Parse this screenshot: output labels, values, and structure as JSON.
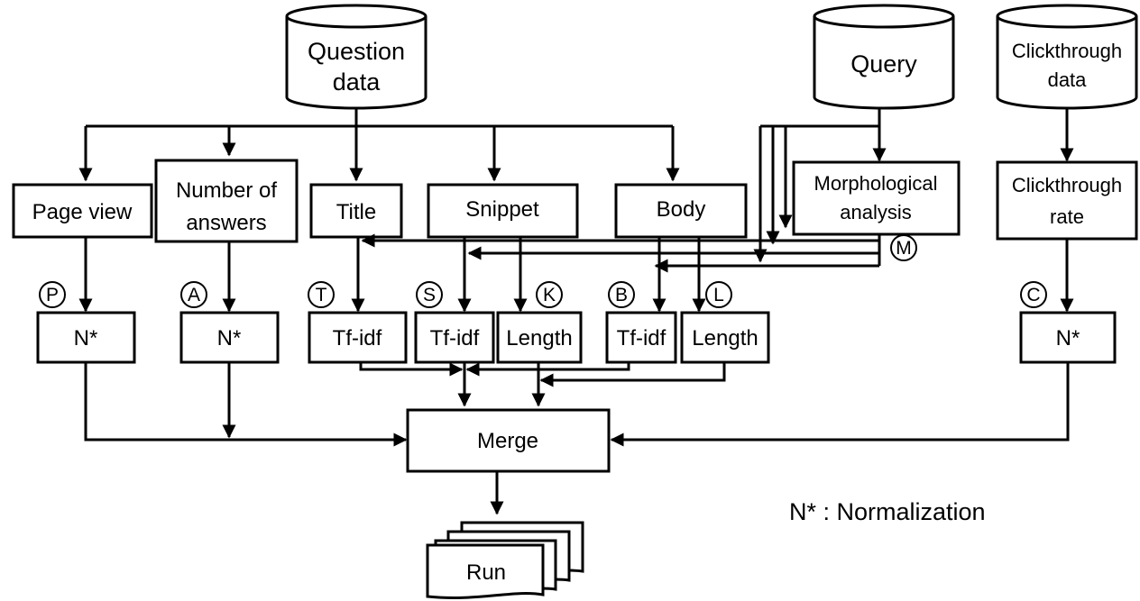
{
  "sources": {
    "question_data": [
      "Question",
      "data"
    ],
    "query": [
      "Query"
    ],
    "clickthrough_data": [
      "Clickthrough",
      "data"
    ]
  },
  "fields": {
    "page_view": [
      "Page view"
    ],
    "number_of_answers": [
      "Number of",
      "answers"
    ],
    "title": [
      "Title"
    ],
    "snippet": [
      "Snippet"
    ],
    "body": [
      "Body"
    ],
    "morphological_analysis": [
      "Morphological",
      "analysis"
    ],
    "clickthrough_rate": [
      "Clickthrough",
      "rate"
    ]
  },
  "features": {
    "norm_p": "N*",
    "norm_a": "N*",
    "tfidf_title": "Tf-idf",
    "tfidf_snippet": "Tf-idf",
    "length_snippet": "Length",
    "tfidf_body": "Tf-idf",
    "length_body": "Length",
    "norm_c": "N*"
  },
  "markers": {
    "page_view": "P",
    "answers": "A",
    "title": "T",
    "snippet_tfidf": "S",
    "snippet_length": "K",
    "body_tfidf": "B",
    "body_length": "L",
    "morph": "M",
    "clickthrough": "C"
  },
  "merge": "Merge",
  "output": "Run",
  "legend": "N* : Normalization"
}
